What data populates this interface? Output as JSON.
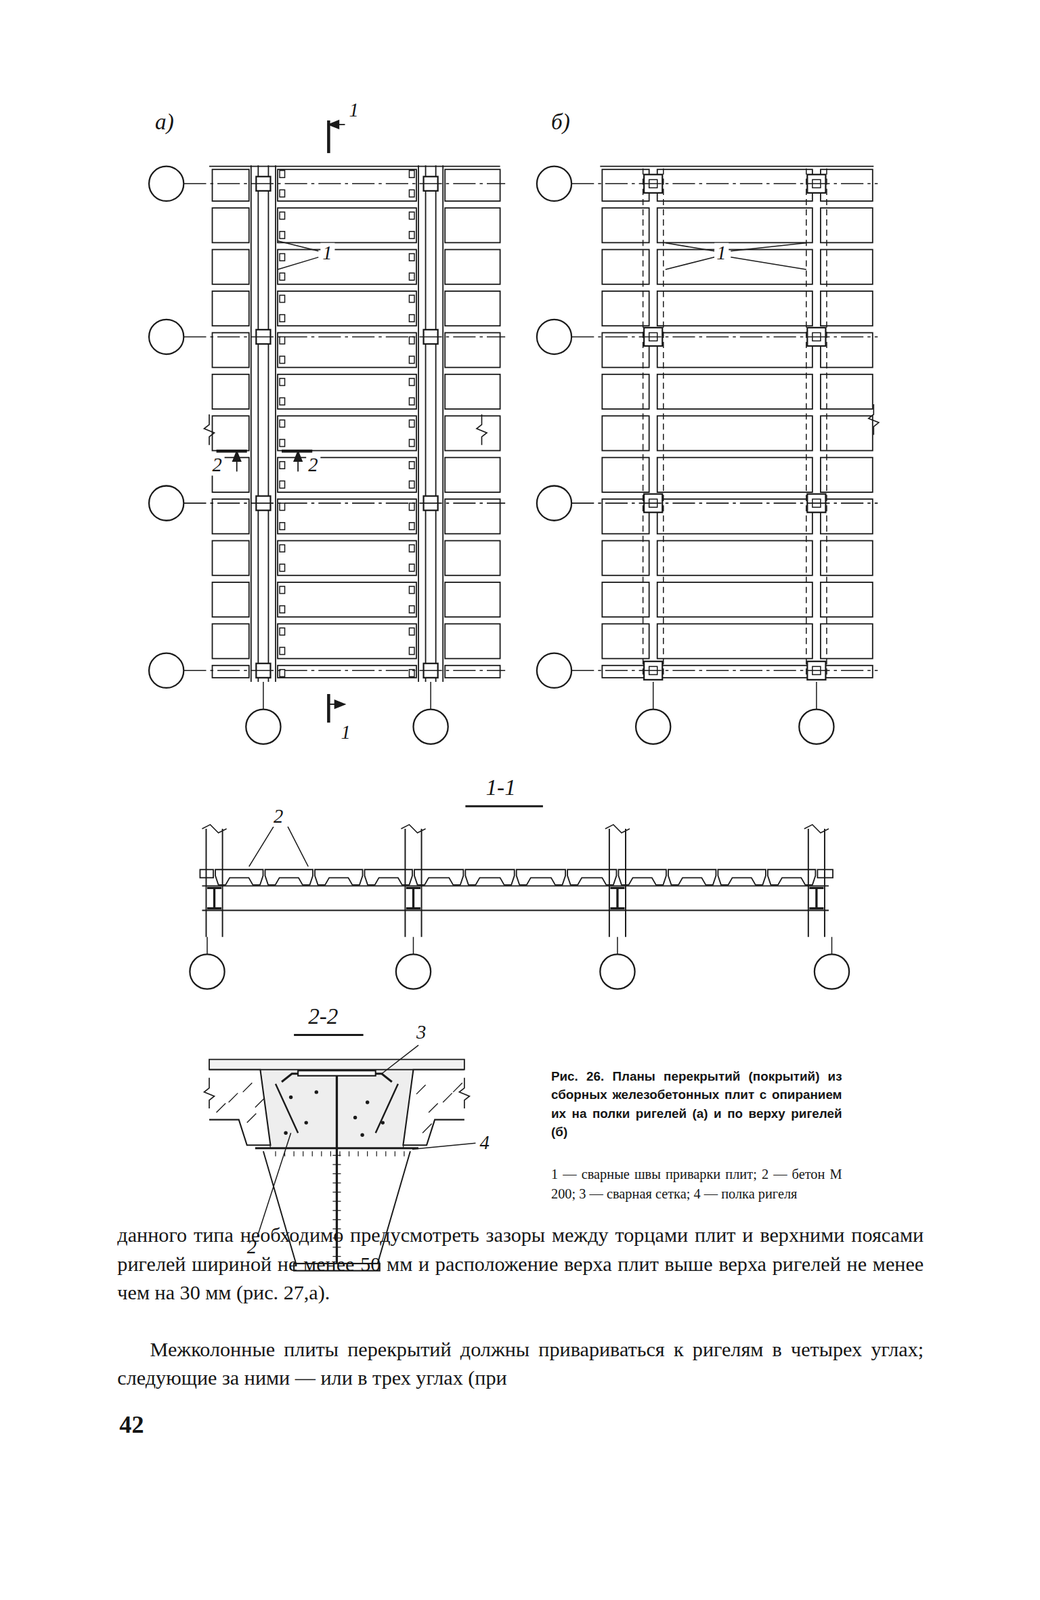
{
  "diagram": {
    "caption": "Рис. 26. Планы перекрытий (покрытий) из сборных железобетонных плит с опиранием их на полки ригелей (а) и по верху ригелей (б)",
    "labels": [
      "а)",
      "1",
      "1",
      "2",
      "2",
      "1",
      "б)",
      "1",
      "1-1",
      "2",
      "2-2",
      "3",
      "2",
      "4",
      "1 — сварные швы приварки плит; 2 — бетон М 200; 3 — сварная сетка; 4 — полка ригеля",
      "данного типа необходимо предусмотреть зазоры между торцами плит и верхними поясами ригелей шириной не менее 50 мм и расположение верха плит выше верха ригелей не менее чем на 30 мм (рис. 27,а).",
      "Межколонные плиты перекрытий должны привариваться к ригелям в четырех углах; следующие за ними — или в трех углах (при",
      "42"
    ]
  }
}
